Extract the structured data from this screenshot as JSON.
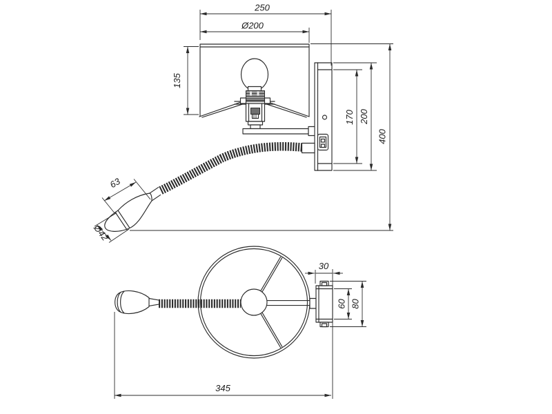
{
  "drawing": {
    "dimensions": {
      "overall_width": "250",
      "shade_diameter": "Ø200",
      "shade_height": "135",
      "backplate_inner_height": "170",
      "backplate_height": "200",
      "overall_height": "400",
      "spot_head_length": "63",
      "spot_head_diameter": "Ø42",
      "bracket_depth": "30",
      "bracket_inner_width": "60",
      "bracket_width": "80",
      "overall_projection": "345"
    },
    "colors": {
      "line": "#2b2b2b",
      "background": "#ffffff",
      "socket_shell": "#9a9a9a",
      "socket_core": "#6f6f6f"
    }
  }
}
